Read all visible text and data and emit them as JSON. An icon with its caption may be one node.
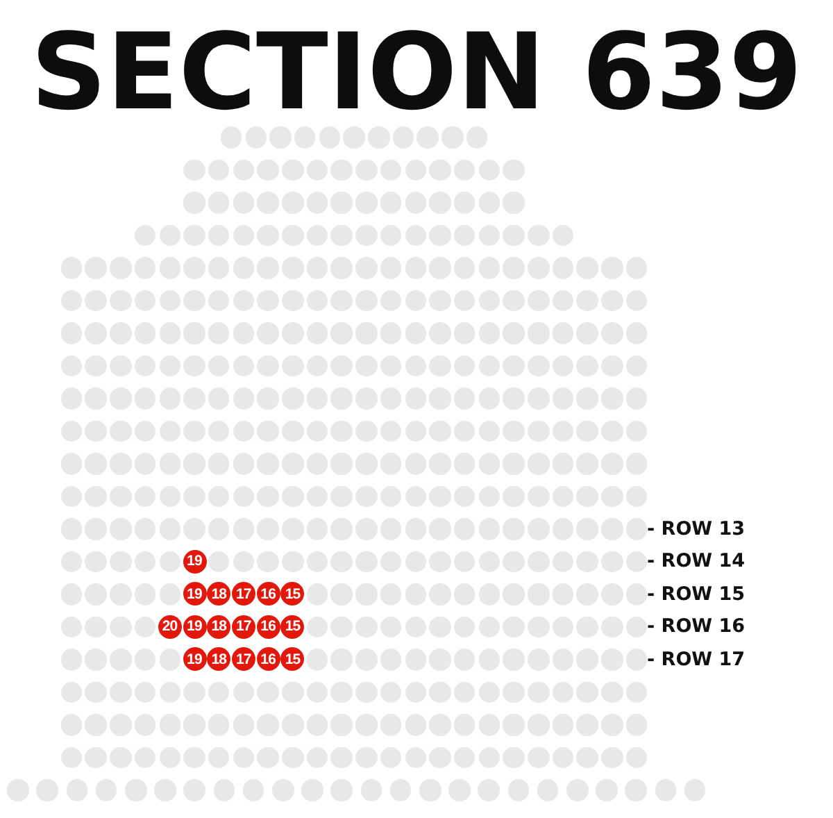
{
  "diagram": {
    "title": "SECTION 639",
    "nodes": [
      {
        "text": [],
        "shape": "circle"
      },
      {
        "text": [],
        "shape": "circle"
      },
      {
        "text": [],
        "shape": "circle"
      },
      {
        "text": [],
        "shape": "circle"
      },
      {
        "text": [],
        "shape": "circle"
      },
      {
        "text": [],
        "shape": "circle"
      },
      {
        "text": [],
        "shape": "circle"
      },
      {
        "text": [],
        "shape": "circle"
      },
      {
        "text": [],
        "shape": "circle"
      },
      {
        "text": [],
        "shape": "circle"
      },
      {
        "text": [],
        "shape": "circle"
      },
      {
        "text": [],
        "shape": "circle"
      },
      {
        "text": [],
        "shape": "circle"
      },
      {
        "text": [],
        "shape": "circle"
      },
      {
        "text": [],
        "shape": "circle"
      },
      {
        "text": [],
        "shape": "circle"
      },
      {
        "text": [],
        "shape": "circle"
      },
      {
        "text": [],
        "shape": "circle"
      },
      {
        "text": [],
        "shape": "circle"
      },
      {
        "text": [],
        "shape": "circle"
      },
      {
        "text": [],
        "shape": "circle"
      },
      {
        "text": [],
        "shape": "circle"
      },
      {
        "text": [],
        "shape": "circle"
      },
      {
        "text": [],
        "shape": "circle"
      },
      {
        "text": [],
        "shape": "circle"
      },
      {
        "text": [],
        "shape": "circle"
      },
      {
        "text": [],
        "shape": "circle"
      },
      {
        "text": [],
        "shape": "circle"
      },
      {
        "text": [],
        "shape": "circle"
      },
      {
        "text": [],
        "shape": "circle"
      },
      {
        "text": [],
        "shape": "circle"
      },
      {
        "text": [],
        "shape": "circle"
      },
      {
        "text": [],
        "shape": "circle"
      },
      {
        "text": [],
        "shape": "circle"
      },
      {
        "text": [],
        "shape": "circle"
      },
      {
        "text": [],
        "shape": "circle"
      },
      {
        "text": [],
        "shape": "circle"
      },
      {
        "text": [],
        "shape": "circle"
      },
      {
        "text": [],
        "shape": "circle"
      },
      {
        "text": [],
        "shape": "circle"
      },
      {
        "text": [],
        "shape": "circle"
      },
      {
        "text": [],
        "shape": "circle"
      },
      {
        "text": [],
        "shape": "circle"
      },
      {
        "text": [],
        "shape": "circle"
      },
      {
        "text": [],
        "shape": "circle"
      },
      {
        "text": [],
        "shape": "circle"
      },
      {
        "text": [],
        "shape": "circle"
      },
      {
        "text": [],
        "shape": "circle"
      },
      {
        "text": [],
        "shape": "circle"
      },
      {
        "text": [],
        "shape": "circle"
      },
      {
        "text": [],
        "shape": "circle"
      },
      {
        "text": [],
        "shape": "circle"
      },
      {
        "text": [],
        "shape": "circle"
      },
      {
        "text": [],
        "shape": "circle"
      },
      {
        "text": [],
        "shape": "circle"
      },
      {
        "text": [],
        "shape": "circle"
      },
      {
        "text": [],
        "shape": "circle"
      },
      {
        "text": [],
        "shape": "circle"
      },
      {
        "text": [],
        "shape": "circle"
      },
      {
        "text": [],
        "shape": "circle"
      },
      {
        "text": [],
        "shape": "circle"
      },
      {
        "text": [],
        "shape": "circle"
      },
      {
        "text": [],
        "shape": "circle"
      },
      {
        "text": [],
        "shape": "circle"
      },
      {
        "text": [],
        "shape": "circle"
      },
      {
        "text": [],
        "shape": "circle"
      },
      {
        "text": [],
        "shape": "circle"
      },
      {
        "text": [],
        "shape": "circle"
      },
      {
        "text": [],
        "shape": "circle"
      },
      {
        "text": [],
        "shape": "circle"
      },
      {
        "text": [],
        "shape": "circle"
      },
      {
        "text": [],
        "shape": "circle"
      },
      {
        "text": [],
        "shape": "circle"
      },
      {
        "text": [],
        "shape": "circle"
      },
      {
        "text": [],
        "shape": "circle"
      },
      {
        "text": [],
        "shape": "circle"
      },
      {
        "text": [],
        "shape": "circle"
      },
      {
        "text": [],
        "shape": "circle"
      },
      {
        "text": [],
        "shape": "circle"
      },
      {
        "text": [],
        "shape": "circle"
      },
      {
        "text": [],
        "shape": "circle"
      },
      {
        "text": [],
        "shape": "circle"
      },
      {
        "text": [],
        "shape": "circle"
      },
      {
        "text": [],
        "shape": "circle"
      },
      {
        "text": [],
        "shape": "circle"
      },
      {
        "text": [],
        "shape": "circle"
      },
      {
        "text": [],
        "shape": "circle"
      },
      {
        "text": [],
        "shape": "circle"
      },
      {
        "text": [],
        "shape": "circle"
      },
      {
        "text": [],
        "shape": "circle"
      },
      {
        "text": [],
        "shape": "circle"
      },
      {
        "text": [],
        "shape": "circle"
      },
      {
        "text": [],
        "shape": "circle"
      },
      {
        "text": [],
        "shape": "circle"
      },
      {
        "text": [],
        "shape": "circle"
      },
      {
        "text": [],
        "shape": "circle"
      },
      {
        "text": [],
        "shape": "circle"
      },
      {
        "text": [],
        "shape": "circle"
      },
      {
        "text": [],
        "shape": "circle"
      },
      {
        "text": [],
        "shape": "circle"
      },
      {
        "text": [],
        "shape": "circle"
      },
      {
        "text": [],
        "shape": "circle"
      },
      {
        "text": [],
        "shape": "circle"
      },
      {
        "text": [],
        "shape": "circle"
      },
      {
        "text": [],
        "shape": "circle"
      },
      {
        "text": [],
        "shape": "circle"
      },
      {
        "text": [],
        "shape": "circle"
      },
      {
        "text": [],
        "shape": "circle"
      },
      {
        "text": [],
        "shape": "circle"
      },
      {
        "text": [],
        "shape": "circle"
      },
      {
        "text": [],
        "shape": "circle"
      },
      {
        "text": [],
        "shape": "circle"
      },
      {
        "text": [],
        "shape": "circle"
      },
      {
        "text": [],
        "shape": "circle"
      },
      {
        "text": [],
        "shape": "circle"
      },
      {
        "text": [],
        "shape": "circle"
      },
      {
        "text": [],
        "shape": "circle"
      },
      {
        "text": [],
        "shape": "circle"
      },
      {
        "text": [],
        "shape": "circle"
      },
      {
        "text": [],
        "shape": "circle"
      },
      {
        "text": [],
        "shape": "circle"
      },
      {
        "text": [],
        "shape": "circle"
      },
      {
        "text": [],
        "shape": "circle"
      },
      {
        "text": [],
        "shape": "circle"
      },
      {
        "text": [],
        "shape": "circle"
      },
      {
        "text": [],
        "shape": "circle"
      },
      {
        "text": [],
        "shape": "circle"
      },
      {
        "text": [],
        "shape": "circle"
      },
      {
        "text": [],
        "shape": "circle"
      },
      {
        "text": [],
        "shape": "circle"
      },
      {
        "text": [],
        "shape": "circle"
      },
      {
        "text": [],
        "shape": "circle"
      },
      {
        "text": [],
        "shape": "circle"
      },
      {
        "text": [],
        "shape": "circle"
      },
      {
        "text": [],
        "shape": "circle"
      },
      {
        "text": [],
        "shape": "circle"
      },
      {
        "text": [],
        "shape": "circle"
      },
      {
        "text": [],
        "shape": "circle"
      },
      {
        "text": [],
        "shape": "circle"
      },
      {
        "text": [],
        "shape": "circle"
      },
      {
        "text": [],
        "shape": "circle"
      },
      {
        "text": [],
        "shape": "circle"
      },
      {
        "text": [],
        "shape": "circle"
      },
      {
        "text": [],
        "shape": "circle"
      },
      {
        "text": [],
        "shape": "circle"
      },
      {
        "text": [],
        "shape": "circle"
      },
      {
        "text": [],
        "shape": "circle"
      },
      {
        "text": [],
        "shape": "circle"
      },
      {
        "text": [],
        "shape": "circle"
      },
      {
        "text": [],
        "shape": "circle"
      },
      {
        "text": [],
        "shape": "circle"
      },
      {
        "text": [],
        "shape": "circle"
      },
      {
        "text": [],
        "shape": "circle"
      },
      {
        "text": [],
        "shape": "circle"
      },
      {
        "text": [],
        "shape": "circle"
      },
      {
        "text": [],
        "shape": "circle"
      },
      {
        "text": [],
        "shape": "circle"
      },
      {
        "text": [],
        "shape": "circle"
      },
      {
        "text": [],
        "shape": "circle"
      },
      {
        "text": [],
        "shape": "circle"
      },
      {
        "text": [],
        "shape": "circle"
      },
      {
        "text": [],
        "shape": "circle"
      },
      {
        "text": [],
        "shape": "circle"
      },
      {
        "text": [],
        "shape": "circle"
      },
      {
        "text": [],
        "shape": "circle"
      },
      {
        "text": [],
        "shape": "circle"
      },
      {
        "text": [],
        "shape": "circle"
      },
      {
        "text": [],
        "shape": "circle"
      },
      {
        "text": [],
        "shape": "circle"
      },
      {
        "text": [],
        "shape": "circle"
      },
      {
        "text": [],
        "shape": "circle"
      },
      {
        "text": [],
        "shape": "circle"
      },
      {
        "text": [],
        "shape": "circle"
      },
      {
        "text": [],
        "shape": "circle"
      },
      {
        "text": [],
        "shape": "circle"
      },
      {
        "text": [],
        "shape": "circle"
      },
      {
        "text": [],
        "shape": "circle"
      },
      {
        "text": [],
        "shape": "circle"
      },
      {
        "text": [],
        "shape": "circle"
      },
      {
        "text": [],
        "shape": "circle"
      },
      {
        "text": [],
        "shape": "circle"
      },
      {
        "text": [],
        "shape": "circle"
      },
      {
        "text": [],
        "shape": "circle"
      },
      {
        "text": [],
        "shape": "circle"
      },
      {
        "text": [],
        "shape": "circle"
      },
      {
        "text": [],
        "shape": "circle"
      },
      {
        "text": [],
        "shape": "circle"
      },
      {
        "text": [],
        "shape": "circle"
      },
      {
        "text": [],
        "shape": "circle"
      },
      {
        "text": [],
        "shape": "circle"
      },
      {
        "text": [],
        "shape": "circle"
      },
      {
        "text": [],
        "shape": "circle"
      },
      {
        "text": [],
        "shape": "circle"
      },
      {
        "text": [],
        "shape": "circle"
      },
      {
        "text": [],
        "shape": "circle"
      },
      {
        "text": [],
        "shape": "circle"
      },
      {
        "text": [],
        "shape": "circle"
      },
      {
        "text": [],
        "shape": "circle"
      },
      {
        "text": [],
        "shape": "circle"
      },
      {
        "text": [],
        "shape": "circle"
      },
      {
        "text": [],
        "shape": "circle"
      },
      {
        "text": [],
        "shape": "circle"
      },
      {
        "text": [],
        "shape": "circle"
      },
      {
        "text": [],
        "shape": "circle"
      },
      {
        "text": [],
        "shape": "circle"
      },
      {
        "text": [],
        "shape": "circle"
      },
      {
        "text": [],
        "shape": "circle"
      },
      {
        "text": [],
        "shape": "circle"
      },
      {
        "text": [],
        "shape": "circle"
      },
      {
        "text": [],
        "shape": "circle"
      },
      {
        "text": [],
        "shape": "circle"
      },
      {
        "text": [],
        "shape": "circle"
      },
      {
        "text": [],
        "shape": "circle"
      },
      {
        "text": [],
        "shape": "circle"
      },
      {
        "text": [],
        "shape": "circle"
      },
      {
        "text": [],
        "shape": "circle"
      },
      {
        "text": [],
        "shape": "circle"
      },
      {
        "text": [],
        "shape": "circle"
      },
      {
        "text": [],
        "shape": "circle"
      },
      {
        "text": [],
        "shape": "circle"
      },
      {
        "text": [],
        "shape": "circle"
      },
      {
        "text": [],
        "shape": "circle"
      },
      {
        "text": [],
        "shape": "circle"
      },
      {
        "text": [],
        "shape": "circle"
      },
      {
        "text": [],
        "shape": "circle"
      },
      {
        "text": [],
        "shape": "circle"
      },
      {
        "text": [],
        "shape": "circle"
      },
      {
        "text": [],
        "shape": "circle"
      },
      {
        "text": [],
        "shape": "circle"
      },
      {
        "text": [],
        "shape": "circle"
      },
      {
        "text": [],
        "shape": "circle"
      },
      {
        "text": [],
        "shape": "circle"
      },
      {
        "text": [],
        "shape": "circle"
      },
      {
        "text": [],
        "shape": "circle"
      },
      {
        "text": [],
        "shape": "circle"
      },
      {
        "text": [],
        "shape": "circle"
      },
      {
        "text": [],
        "shape": "circle"
      },
      {
        "text": [],
        "shape": "circle"
      },
      {
        "text": [],
        "shape": "circle"
      },
      {
        "text": [],
        "shape": "circle"
      },
      {
        "text": [],
        "shape": "circle"
      },
      {
        "text": [],
        "shape": "circle"
      },
      {
        "text": [],
        "shape": "circle"
      },
      {
        "text": [],
        "shape": "circle"
      },
      {
        "text": [],
        "shape": "circle"
      },
      {
        "text": [],
        "shape": "circle"
      },
      {
        "text": [],
        "shape": "circle"
      },
      {
        "text": [],
        "shape": "circle"
      },
      {
        "text": [],
        "shape": "circle"
      },
      {
        "text": [],
        "shape": "circle"
      },
      {
        "text": [],
        "shape": "circle"
      },
      {
        "text": [],
        "shape": "circle"
      },
      {
        "text": [],
        "shape": "circle"
      },
      {
        "text": [],
        "shape": "circle"
      },
      {
        "text": [],
        "shape": "circle"
      },
      {
        "text": [],
        "shape": "circle"
      },
      {
        "text": [],
        "shape": "circle"
      },
      {
        "text": [],
        "shape": "circle"
      },
      {
        "text": [],
        "shape": "circle"
      },
      {
        "text": [],
        "shape": "circle"
      },
      {
        "text": [],
        "shape": "circle"
      },
      {
        "text": [],
        "shape": "circle"
      },
      {
        "text": [],
        "shape": "circle"
      },
      {
        "text": [],
        "shape": "circle"
      },
      {
        "text": [],
        "shape": "circle"
      },
      {
        "text": [],
        "shape": "circle"
      },
      {
        "text": [],
        "shape": "circle"
      },
      {
        "text": [],
        "shape": "circle"
      },
      {
        "text": [],
        "shape": "circle"
      },
      {
        "text": [],
        "shape": "circle"
      },
      {
        "text": [],
        "shape": "circle"
      },
      {
        "text": [],
        "shape": "circle"
      },
      {
        "text": [],
        "shape": "circle"
      },
      {
        "text": [],
        "shape": "circle"
      },
      {
        "text": [],
        "shape": "circle"
      },
      {
        "text": [],
        "shape": "circle"
      },
      {
        "text": [],
        "shape": "circle"
      },
      {
        "text": [],
        "shape": "circle"
      },
      {
        "text": [
          "19"
        ]
      },
      {
        "text": [],
        "shape": "circle"
      },
      {
        "text": [],
        "shape": "circle"
      },
      {
        "text": [],
        "shape": "circle"
      },
      {
        "text": [],
        "shape": "circle"
      },
      {
        "text": [],
        "shape": "circle"
      },
      {
        "text": [],
        "shape": "circle"
      },
      {
        "text": [],
        "shape": "circle"
      },
      {
        "text": [],
        "shape": "circle"
      },
      {
        "text": [],
        "shape": "circle"
      },
      {
        "text": [],
        "shape": "circle"
      },
      {
        "text": [],
        "shape": "circle"
      },
      {
        "text": [],
        "shape": "circle"
      },
      {
        "text": [],
        "shape": "circle"
      },
      {
        "text": [],
        "shape": "circle"
      },
      {
        "text": [],
        "shape": "circle"
      },
      {
        "text": [],
        "shape": "circle"
      },
      {
        "text": [],
        "shape": "circle"
      },
      {
        "text": [],
        "shape": "circle"
      },
      {
        "text": [],
        "shape": "circle"
      },
      {
        "text": [],
        "shape": "circle"
      },
      {
        "text": [],
        "shape": "circle"
      },
      {
        "text": [],
        "shape": "circle"
      },
      {
        "text": [],
        "shape": "circle"
      },
      {
        "text": [
          "19"
        ]
      },
      {
        "text": [
          "18"
        ]
      },
      {
        "text": [
          "17"
        ]
      },
      {
        "text": [
          "16"
        ]
      },
      {
        "text": [
          "15"
        ]
      },
      {
        "text": [],
        "shape": "circle"
      },
      {
        "text": [],
        "shape": "circle"
      },
      {
        "text": [],
        "shape": "circle"
      },
      {
        "text": [],
        "shape": "circle"
      },
      {
        "text": [],
        "shape": "circle"
      },
      {
        "text": [],
        "shape": "circle"
      },
      {
        "text": [],
        "shape": "circle"
      },
      {
        "text": [],
        "shape": "circle"
      },
      {
        "text": [],
        "shape": "circle"
      },
      {
        "text": [],
        "shape": "circle"
      },
      {
        "text": [],
        "shape": "circle"
      },
      {
        "text": [],
        "shape": "circle"
      },
      {
        "text": [],
        "shape": "circle"
      },
      {
        "text": [],
        "shape": "circle"
      },
      {
        "text": [],
        "shape": "circle"
      },
      {
        "text": [],
        "shape": "circle"
      },
      {
        "text": [],
        "shape": "circle"
      },
      {
        "text": [],
        "shape": "circle"
      },
      {
        "text": [
          "20"
        ]
      },
      {
        "text": [
          "19"
        ]
      },
      {
        "text": [
          "18"
        ]
      },
      {
        "text": [
          "17"
        ]
      },
      {
        "text": [
          "16"
        ]
      },
      {
        "text": [
          "15"
        ]
      },
      {
        "text": [],
        "shape": "circle"
      },
      {
        "text": [],
        "shape": "circle"
      },
      {
        "text": [],
        "shape": "circle"
      },
      {
        "text": [],
        "shape": "circle"
      },
      {
        "text": [],
        "shape": "circle"
      },
      {
        "text": [],
        "shape": "circle"
      },
      {
        "text": [],
        "shape": "circle"
      },
      {
        "text": [],
        "shape": "circle"
      },
      {
        "text": [],
        "shape": "circle"
      },
      {
        "text": [],
        "shape": "circle"
      },
      {
        "text": [],
        "shape": "circle"
      },
      {
        "text": [],
        "shape": "circle"
      },
      {
        "text": [],
        "shape": "circle"
      },
      {
        "text": [],
        "shape": "circle"
      },
      {
        "text": [],
        "shape": "circle"
      },
      {
        "text": [],
        "shape": "circle"
      },
      {
        "text": [],
        "shape": "circle"
      },
      {
        "text": [],
        "shape": "circle"
      },
      {
        "text": [],
        "shape": "circle"
      },
      {
        "text": [
          "19"
        ]
      },
      {
        "text": [
          "18"
        ]
      },
      {
        "text": [
          "17"
        ]
      },
      {
        "text": [
          "16"
        ]
      },
      {
        "text": [
          "15"
        ]
      },
      {
        "text": [],
        "shape": "circle"
      },
      {
        "text": [],
        "shape": "circle"
      },
      {
        "text": [],
        "shape": "circle"
      },
      {
        "text": [],
        "shape": "circle"
      },
      {
        "text": [],
        "shape": "circle"
      },
      {
        "text": [],
        "shape": "circle"
      },
      {
        "text": [],
        "shape": "circle"
      },
      {
        "text": [],
        "shape": "circle"
      },
      {
        "text": [],
        "shape": "circle"
      },
      {
        "text": [],
        "shape": "circle"
      },
      {
        "text": [],
        "shape": "circle"
      },
      {
        "text": [],
        "shape": "circle"
      },
      {
        "text": [],
        "shape": "circle"
      },
      {
        "text": [],
        "shape": "circle"
      },
      {
        "text": [],
        "shape": "circle"
      },
      {
        "text": [],
        "shape": "circle"
      },
      {
        "text": [],
        "shape": "circle"
      },
      {
        "text": [],
        "shape": "circle"
      },
      {
        "text": [],
        "shape": "circle"
      },
      {
        "text": [],
        "shape": "circle"
      },
      {
        "text": [],
        "shape": "circle"
      },
      {
        "text": [],
        "shape": "circle"
      },
      {
        "text": [],
        "shape": "circle"
      },
      {
        "text": [],
        "shape": "circle"
      },
      {
        "text": [],
        "shape": "circle"
      },
      {
        "text": [],
        "shape": "circle"
      },
      {
        "text": [],
        "shape": "circle"
      },
      {
        "text": [],
        "shape": "circle"
      },
      {
        "text": [],
        "shape": "circle"
      },
      {
        "text": [],
        "shape": "circle"
      },
      {
        "text": [],
        "shape": "circle"
      },
      {
        "text": [],
        "shape": "circle"
      },
      {
        "text": [],
        "shape": "circle"
      },
      {
        "text": [],
        "shape": "circle"
      },
      {
        "text": [],
        "shape": "circle"
      },
      {
        "text": [],
        "shape": "circle"
      },
      {
        "text": [],
        "shape": "circle"
      },
      {
        "text": [],
        "shape": "circle"
      },
      {
        "text": [],
        "shape": "circle"
      },
      {
        "text": [],
        "shape": "circle"
      },
      {
        "text": [],
        "shape": "circle"
      },
      {
        "text": [],
        "shape": "circle"
      },
      {
        "text": [],
        "shape": "circle"
      },
      {
        "text": [],
        "shape": "circle"
      },
      {
        "text": [],
        "shape": "circle"
      },
      {
        "text": [],
        "shape": "circle"
      },
      {
        "text": [],
        "shape": "circle"
      },
      {
        "text": [],
        "shape": "circle"
      },
      {
        "text": [],
        "shape": "circle"
      },
      {
        "text": [],
        "shape": "circle"
      },
      {
        "text": [],
        "shape": "circle"
      },
      {
        "text": [],
        "shape": "circle"
      },
      {
        "text": [],
        "shape": "circle"
      },
      {
        "text": [],
        "shape": "circle"
      },
      {
        "text": [],
        "shape": "circle"
      },
      {
        "text": [],
        "shape": "circle"
      },
      {
        "text": [],
        "shape": "circle"
      },
      {
        "text": [],
        "shape": "circle"
      },
      {
        "text": [],
        "shape": "circle"
      },
      {
        "text": [],
        "shape": "circle"
      },
      {
        "text": [],
        "shape": "circle"
      },
      {
        "text": [],
        "shape": "circle"
      },
      {
        "text": [],
        "shape": "circle"
      },
      {
        "text": [],
        "shape": "circle"
      },
      {
        "text": [],
        "shape": "circle"
      },
      {
        "text": [],
        "shape": "circle"
      },
      {
        "text": [],
        "shape": "circle"
      },
      {
        "text": [],
        "shape": "circle"
      },
      {
        "text": [],
        "shape": "circle"
      },
      {
        "text": [],
        "shape": "circle"
      },
      {
        "text": [],
        "shape": "circle"
      },
      {
        "text": [],
        "shape": "circle"
      },
      {
        "text": [],
        "shape": "circle"
      },
      {
        "text": [],
        "shape": "circle"
      },
      {
        "text": [],
        "shape": "circle"
      },
      {
        "text": [],
        "shape": "circle"
      },
      {
        "text": [],
        "shape": "circle"
      },
      {
        "text": [],
        "shape": "circle"
      },
      {
        "text": [],
        "shape": "circle"
      },
      {
        "text": [],
        "shape": "circle"
      },
      {
        "text": [],
        "shape": "circle"
      },
      {
        "text": [],
        "shape": "circle"
      },
      {
        "text": [],
        "shape": "circle"
      },
      {
        "text": [],
        "shape": "circle"
      },
      {
        "text": [],
        "shape": "circle"
      },
      {
        "text": [],
        "shape": "circle"
      },
      {
        "text": [],
        "shape": "circle"
      },
      {
        "text": [],
        "shape": "circle"
      },
      {
        "text": [],
        "shape": "circle"
      },
      {
        "text": [],
        "shape": "circle"
      },
      {
        "text": [],
        "shape": "circle"
      },
      {
        "text": [],
        "shape": "circle"
      },
      {
        "text": [],
        "shape": "circle"
      },
      {
        "text": [],
        "shape": "circle"
      },
      {
        "text": [],
        "shape": "circle"
      },
      {
        "text": [],
        "shape": "circle"
      },
      {
        "text": [],
        "shape": "circle"
      },
      {
        "text": [],
        "shape": "circle"
      },
      {
        "text": [],
        "shape": "circle"
      },
      {
        "text": [],
        "shape": "circle"
      },
      {
        "text": [],
        "shape": "circle"
      },
      {
        "text": [],
        "shape": "circle"
      },
      {
        "text": [],
        "shape": "circle"
      },
      {
        "text": [],
        "shape": "circle"
      },
      {
        "text": [],
        "shape": "circle"
      },
      {
        "text": [],
        "shape": "circle"
      },
      {
        "text": [],
        "shape": "circle"
      },
      {
        "text": [],
        "shape": "circle"
      },
      {
        "text": [],
        "shape": "circle"
      },
      {
        "text": [],
        "shape": "circle"
      }
    ],
    "labels": [
      "- ROW 13",
      "- ROW 14",
      "- ROW 15",
      "- ROW 16",
      "- ROW 17"
    ]
  }
}
